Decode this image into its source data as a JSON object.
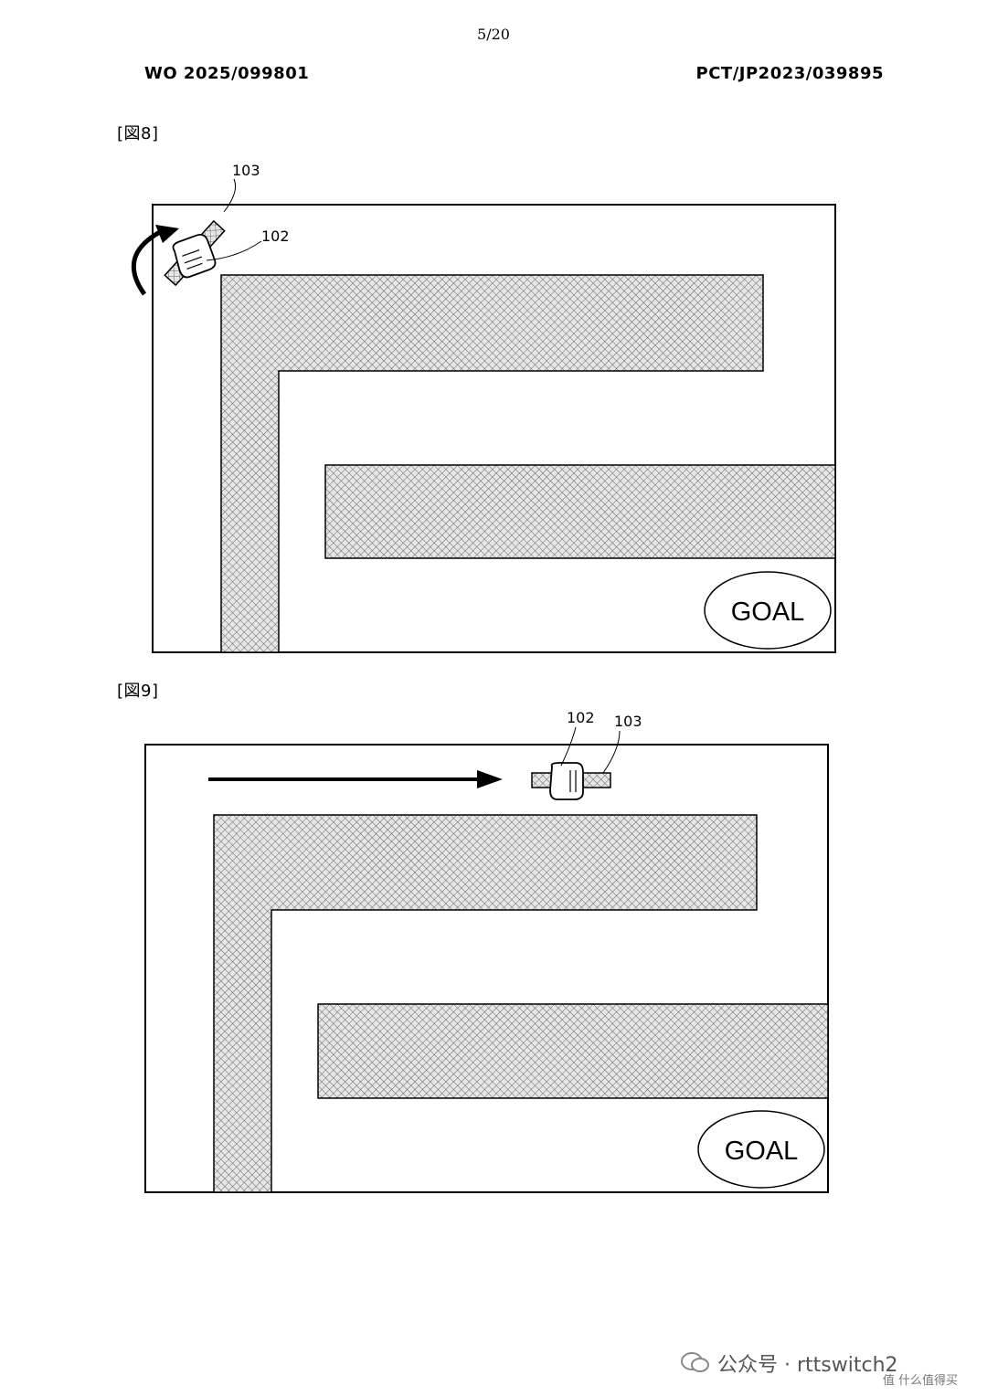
{
  "page_number": "5/20",
  "header": {
    "pub_number": "WO 2025/099801",
    "app_number": "PCT/JP2023/039895"
  },
  "figures": [
    {
      "label": "[図8]",
      "ref_bar": "103",
      "ref_hand": "102",
      "goal_text": "GOAL"
    },
    {
      "label": "[図9]",
      "ref_bar": "103",
      "ref_hand": "102",
      "goal_text": "GOAL"
    }
  ],
  "footer": {
    "account": "公众号 · rttswitch2",
    "watermark": "值 什么值得买"
  }
}
